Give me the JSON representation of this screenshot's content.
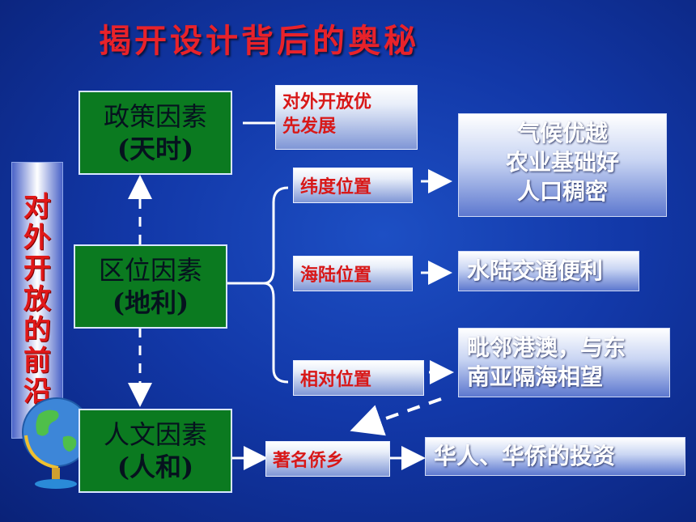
{
  "title": "揭开设计背后的奥秘",
  "side_label": [
    "对",
    "外",
    "开",
    "放",
    "的",
    "前",
    "沿"
  ],
  "factors": {
    "policy": {
      "line1": "政策因素",
      "line2": "(天时)"
    },
    "location": {
      "line1": "区位因素",
      "line2": "(地利)"
    },
    "human": {
      "line1": "人文因素",
      "line2": "(人和)"
    }
  },
  "policy_result": [
    "对外开放优",
    "先发展"
  ],
  "positions": {
    "latitude": "纬度位置",
    "sea_land": "海陆位置",
    "relative": "相对位置",
    "hometown": "著名侨乡"
  },
  "results": {
    "latitude": [
      "气候优越",
      "农业基础好",
      "人口稠密"
    ],
    "sea_land": "水陆交通便利",
    "relative": [
      "毗邻港澳，与东",
      "南亚隔海相望"
    ],
    "hometown": "华人、华侨的投资"
  },
  "colors": {
    "title_red": "#e8222a",
    "factor_green": "#0b7a20",
    "background_blue": "#1238a8"
  }
}
